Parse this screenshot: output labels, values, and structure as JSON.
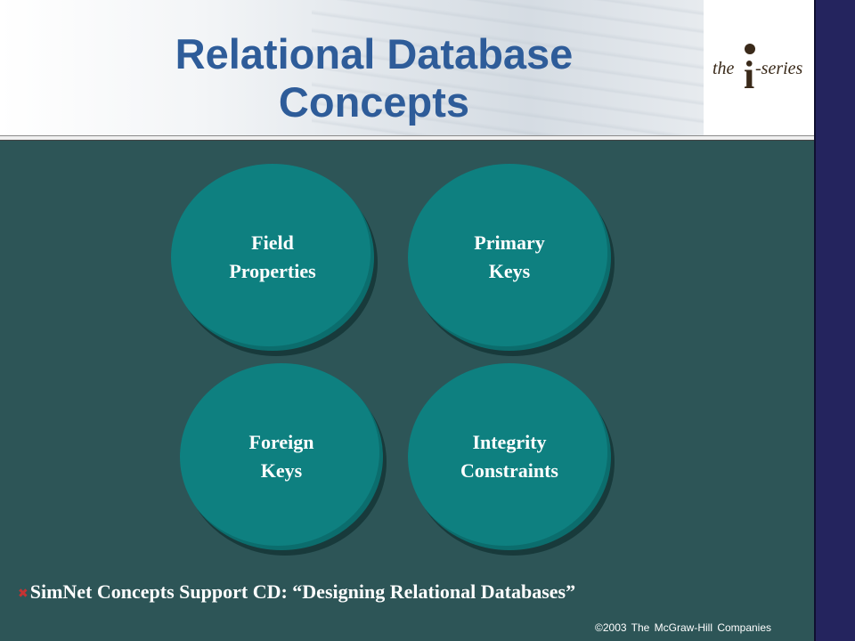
{
  "slide": {
    "title": "Relational Database Concepts",
    "logo_text_left": "the",
    "logo_letter": "i",
    "logo_text_right": "-series",
    "concepts": [
      {
        "label": "Field\nProperties"
      },
      {
        "label": "Primary\nKeys"
      },
      {
        "label": "Foreign\nKeys"
      },
      {
        "label": "Integrity\nConstraints"
      }
    ],
    "bullet_text": "SimNet Concepts Support CD:  “Designing Relational Databases”",
    "copyright": "©2003 The McGraw-Hill Companies"
  },
  "colors": {
    "title": "#2e5c99",
    "background": "#2d5557",
    "circle": "#0e8080",
    "right_bar": "#24245e",
    "bullet": "#c53333"
  }
}
